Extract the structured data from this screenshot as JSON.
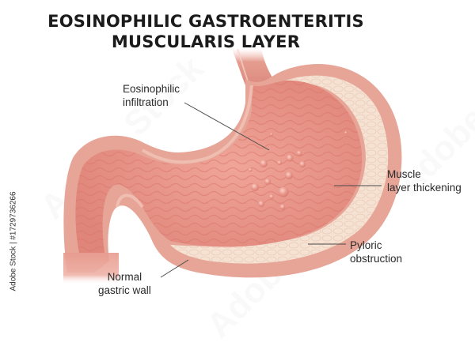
{
  "title": {
    "line1": "EOSINOPHILIC GASTROENTERITIS",
    "line2": "MUSCULARIS LAYER"
  },
  "labels": {
    "eosinophilic_infiltration": {
      "line1": "Eosinophilic",
      "line2": "infiltration"
    },
    "muscle_layer_thickening": {
      "line1": "Muscle",
      "line2": "layer thickening"
    },
    "pyloric_obstruction": {
      "line1": "Pyloric",
      "line2": "obstruction"
    },
    "normal_gastric_wall": {
      "line1": "Normal",
      "line2": "gastric wall"
    }
  },
  "watermark": {
    "side_text": "Adobe Stock | #1729736266",
    "diagonal_text": "Adobe Stock"
  },
  "colors": {
    "mucosa": "#e8968a",
    "mucosa_dark": "#d9776c",
    "muscle_layer": "#f6e2d2",
    "outer_wall": "#e3a295",
    "leader_line": "#4a4a4a",
    "text": "#2a2a2a"
  }
}
